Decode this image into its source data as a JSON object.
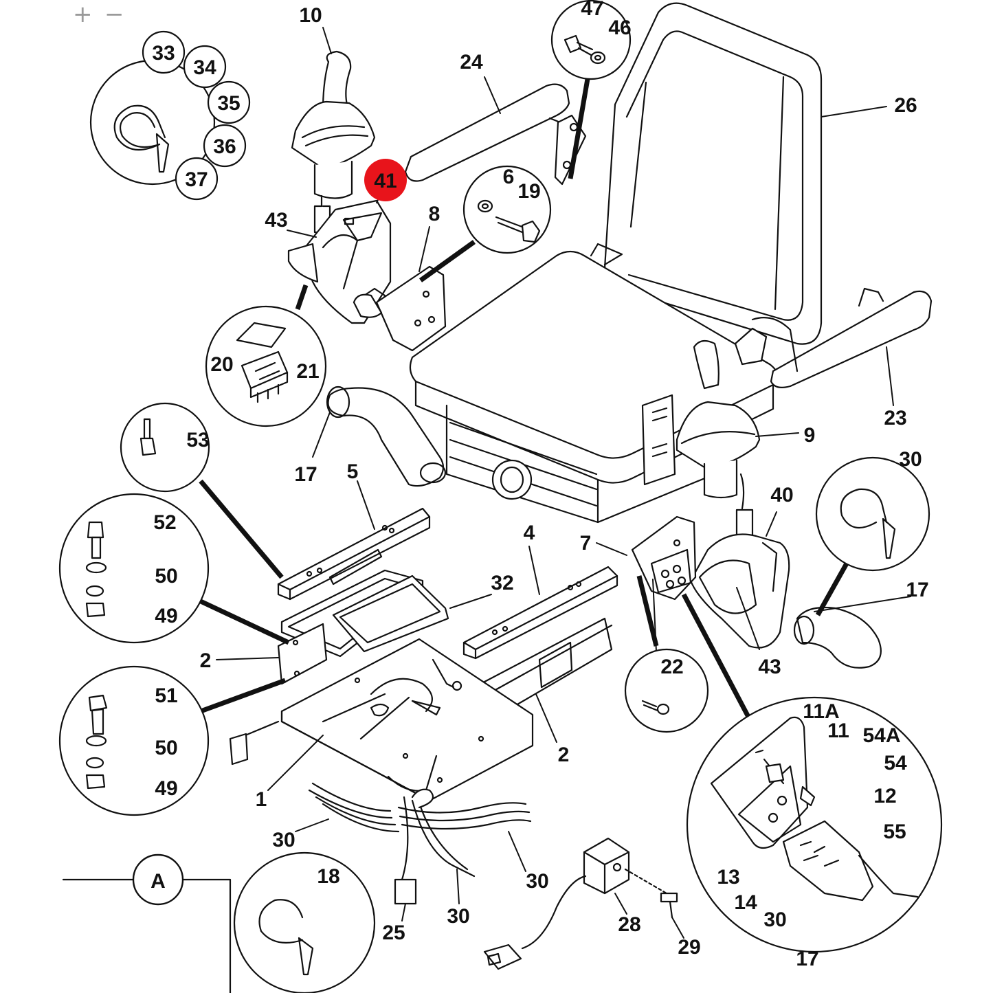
{
  "zoom": {
    "in_label": "+",
    "out_label": "−"
  },
  "highlight_color": "#e8141b",
  "callouts": {
    "c10": "10",
    "c47": "47",
    "c46": "46",
    "c24": "24",
    "c26": "26",
    "c33": "33",
    "c34": "34",
    "c35": "35",
    "c36": "36",
    "c37": "37",
    "c41": "41",
    "c6": "6",
    "c19": "19",
    "c43a": "43",
    "c8": "8",
    "c20": "20",
    "c21": "21",
    "c53": "53",
    "c17a": "17",
    "c5": "5",
    "c9": "9",
    "c23": "23",
    "c30a": "30",
    "c40": "40",
    "c52": "52",
    "c50a": "50",
    "c49a": "49",
    "c32": "32",
    "c4": "4",
    "c7": "7",
    "c17b": "17",
    "c2a": "2",
    "c22": "22",
    "c43b": "43",
    "c51": "51",
    "c50b": "50",
    "c49b": "49",
    "c2b": "2",
    "c1": "1",
    "c11A": "11A",
    "c11": "11",
    "c54A": "54A",
    "c54": "54",
    "c12": "12",
    "c55": "55",
    "c13": "13",
    "c14": "14",
    "c30b": "30",
    "c17c": "17",
    "c30c": "30",
    "c30d": "30",
    "c30e": "30",
    "c18": "18",
    "c25": "25",
    "c28": "28",
    "c29": "29",
    "sectionA": "A"
  }
}
